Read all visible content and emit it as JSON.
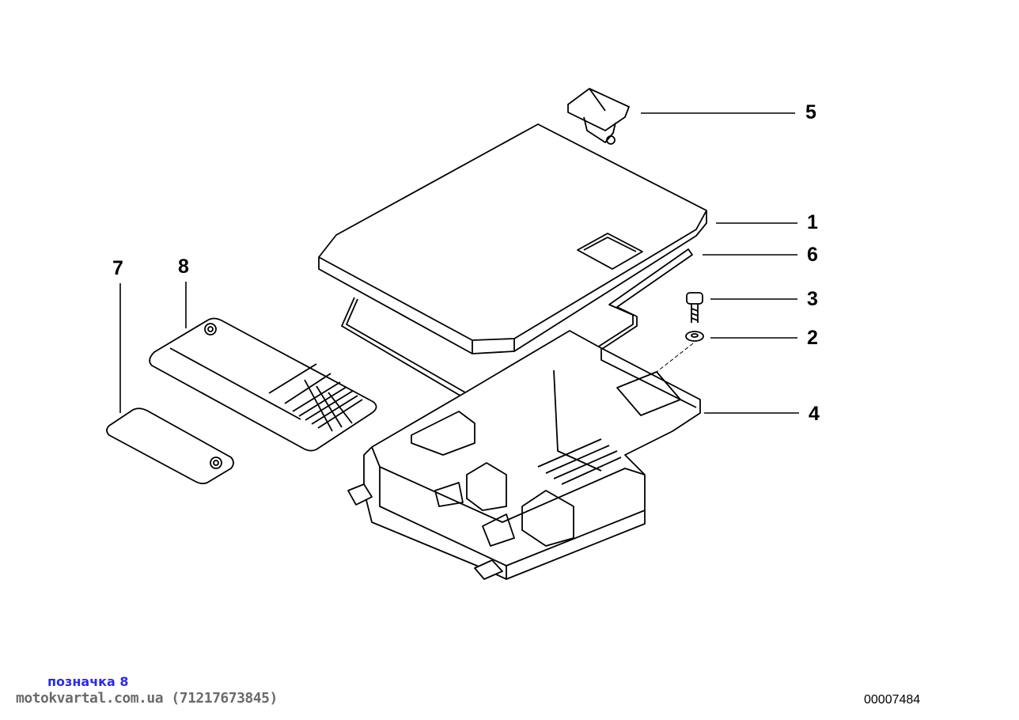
{
  "callouts": {
    "c1": "1",
    "c2": "2",
    "c3": "3",
    "c4": "4",
    "c5": "5",
    "c6": "6",
    "c7": "7",
    "c8": "8"
  },
  "footer": {
    "caption": "позначка 8",
    "site": "motokvartal.com.ua (71217673845)",
    "diagram_id": "00007484"
  }
}
